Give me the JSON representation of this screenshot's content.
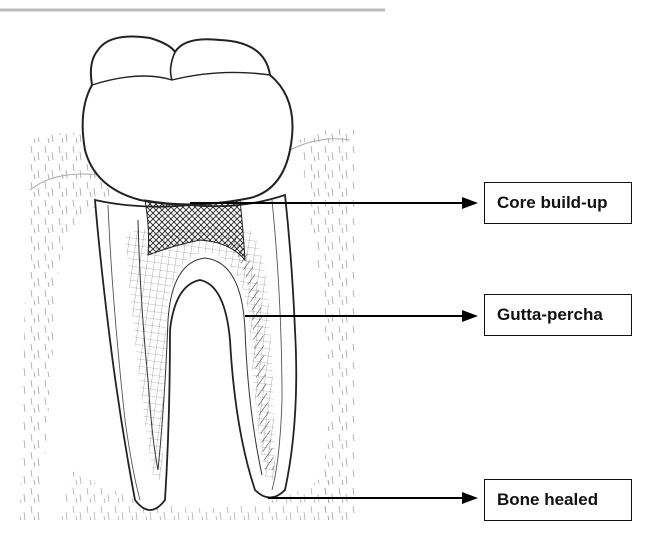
{
  "labels": {
    "core": "Core build-up",
    "gutta": "Gutta-percha",
    "bone": "Bone healed"
  }
}
